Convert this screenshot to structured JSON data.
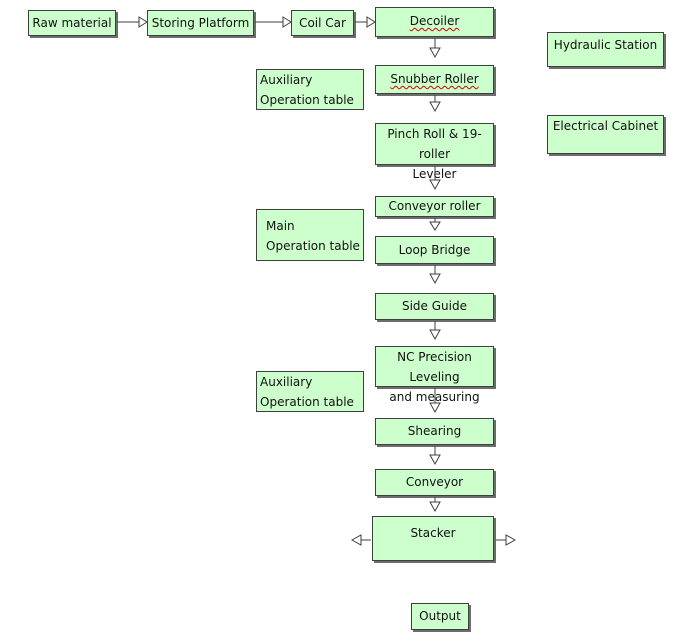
{
  "nodes": {
    "raw_material": "Raw material",
    "storing_platform": "Storing Platform",
    "coil_car": "Coil Car",
    "decoiler": "Decoiler",
    "hydraulic_station": "Hydraulic Station",
    "snubber_roller": "Snubber Roller",
    "electrical_cabinet": "Electrical Cabinet",
    "pinch_roll_l1": "Pinch Roll & 19-roller",
    "pinch_roll_l2": "Leveler",
    "conveyor_roller": "Conveyor roller",
    "loop_bridge": "Loop Bridge",
    "side_guide": "Side Guide",
    "nc_l1": "NC Precision Leveling",
    "nc_l2": "and measuring",
    "shearing": "Shearing",
    "conveyor": "Conveyor",
    "stacker": "Stacker",
    "output": "Output"
  },
  "side_tables": {
    "aux1_l1": "Auxiliary",
    "aux1_l2": "Operation table",
    "main_l1": "Main",
    "main_l2": "Operation table",
    "aux2_l1": "Auxiliary",
    "aux2_l2": "Operation table"
  },
  "colors": {
    "box_fill": "#ccffcc",
    "border": "#3f3f3f",
    "arrow_head": "#ffffff"
  }
}
